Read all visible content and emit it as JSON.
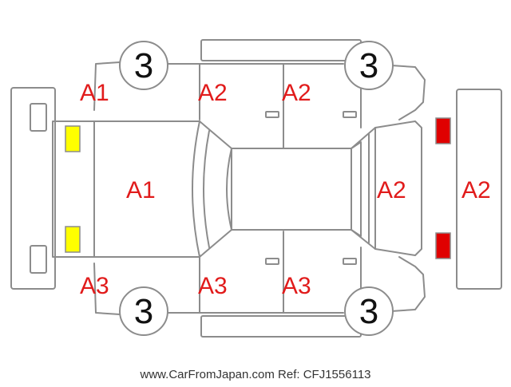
{
  "colors": {
    "outline": "#8c8c8c",
    "damage_text": "#e11b1b",
    "front_light_marker": "#ffff00",
    "rear_light_marker": "#e00000",
    "wheel_text": "#111111"
  },
  "wheels": {
    "front_left": "3",
    "rear_left": "3",
    "front_right": "3",
    "rear_right": "3"
  },
  "damage_codes": {
    "top_front_fender": "A1",
    "top_front_door": "A2",
    "top_rear_door": "A2",
    "hood": "A1",
    "trunk_lid": "A2",
    "rear_panel": "A2",
    "bottom_front_fender": "A3",
    "bottom_front_door": "A3",
    "bottom_rear_door": "A3"
  },
  "footer": {
    "watermark": "www.CarFromJapan.com Ref: CFJ1556113"
  }
}
